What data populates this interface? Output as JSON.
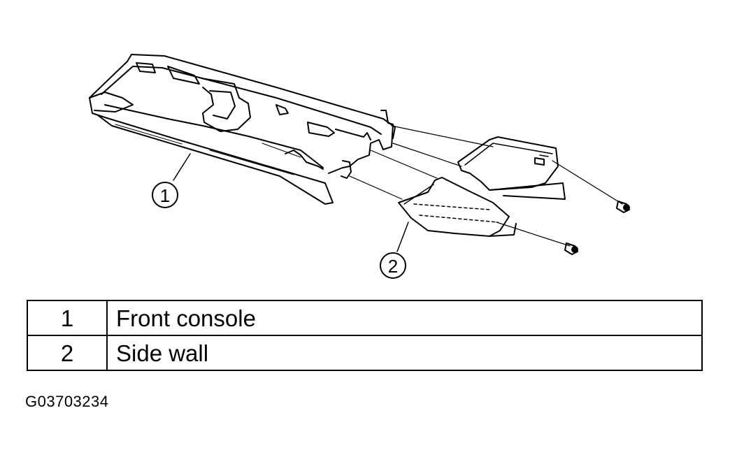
{
  "callouts": [
    {
      "number": "1",
      "label": "Front console"
    },
    {
      "number": "2",
      "label": "Side wall"
    }
  ],
  "figure_id": "G03703234"
}
